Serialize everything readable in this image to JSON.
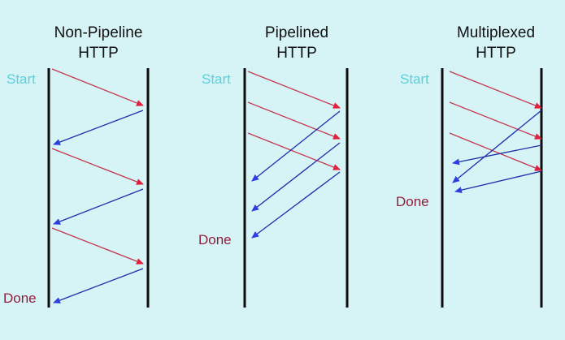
{
  "colors": {
    "background": "#d6f3f6",
    "timeline": "#0d0d0d",
    "request": "#c4384e",
    "request_arrowhead": "#e0203a",
    "response": "#1c2fa8",
    "response_arrowhead": "#2f3ee0",
    "start_label": "#5ad0da",
    "done_label": "#8e1f3c"
  },
  "panels": [
    {
      "id": "non-pipeline",
      "title_lines": [
        "Non-Pipeline",
        "HTTP"
      ],
      "start_label": "Start",
      "done_label": "Done"
    },
    {
      "id": "pipelined",
      "title_lines": [
        "Pipelined",
        "HTTP"
      ],
      "start_label": "Start",
      "done_label": "Done"
    },
    {
      "id": "multiplexed",
      "title_lines": [
        "Multiplexed",
        "HTTP"
      ],
      "start_label": "Start",
      "done_label": "Done"
    }
  ]
}
